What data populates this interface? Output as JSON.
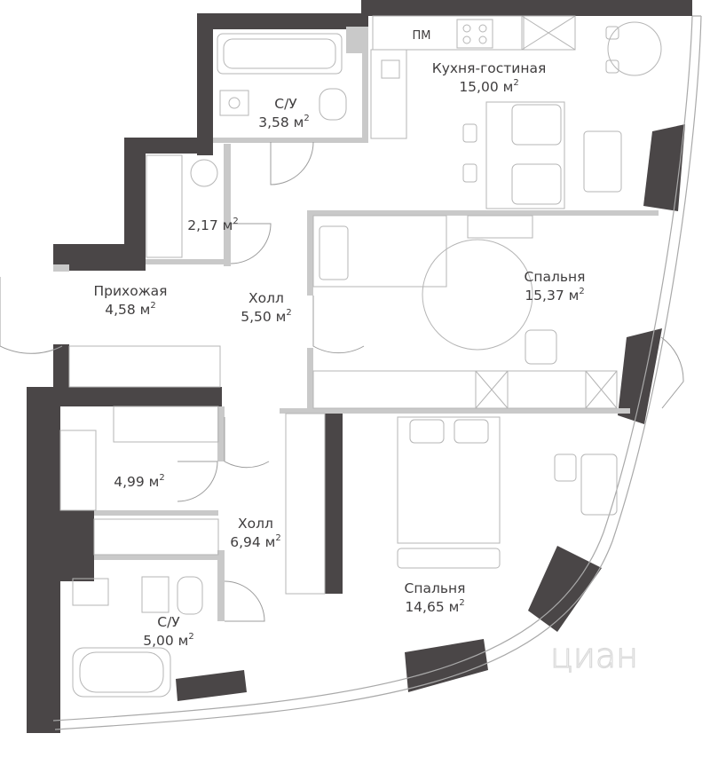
{
  "rooms": {
    "kitchen": {
      "name": "Кухня-гостиная",
      "area": "15,00 м",
      "unit_sup": "2"
    },
    "bath1": {
      "name": "С/У",
      "area": "3,58 м",
      "unit_sup": "2"
    },
    "closet1": {
      "area": "2,17 м",
      "unit_sup": "2"
    },
    "hall_entry": {
      "name": "Прихожая",
      "area": "4,58 м",
      "unit_sup": "2"
    },
    "hall1": {
      "name": "Холл",
      "area": "5,50 м",
      "unit_sup": "2"
    },
    "bedroom1": {
      "name": "Спальня",
      "area": "15,37 м",
      "unit_sup": "2"
    },
    "closet2": {
      "area": "4,99 м",
      "unit_sup": "2"
    },
    "hall2": {
      "name": "Холл",
      "area": "6,94 м",
      "unit_sup": "2"
    },
    "bath2": {
      "name": "С/У",
      "area": "5,00 м",
      "unit_sup": "2"
    },
    "bedroom2": {
      "name": "Спальня",
      "area": "14,65 м",
      "unit_sup": "2"
    }
  },
  "appliances": {
    "dishwasher_label": "ПМ"
  },
  "watermark": "циан",
  "colors": {
    "wall": "#4a4647",
    "partition": "#c9c9c9",
    "text": "#3f3d3e"
  }
}
